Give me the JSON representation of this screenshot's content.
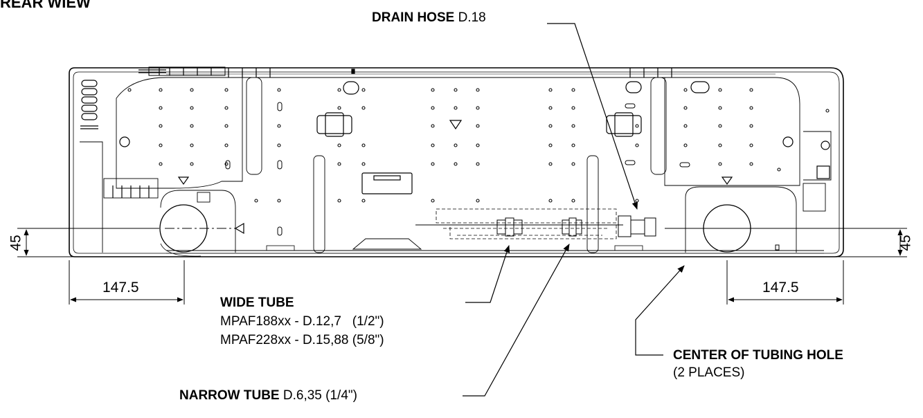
{
  "view_title": "REAR WIEW",
  "drain_hose": {
    "name": "DRAIN HOSE",
    "spec": "D.18"
  },
  "wide_tube": {
    "name": "WIDE TUBE",
    "line1": "MPAF188xx - D.12,7   (1/2\")",
    "line2": "MPAF228xx - D.15,88 (5/8\")"
  },
  "narrow_tube": {
    "name": "NARROW TUBE",
    "spec": "D.6,35 (1/4\")"
  },
  "tubing_hole": {
    "name": "CENTER OF TUBING HOLE",
    "note": "(2 PLACES)"
  },
  "dimensions": {
    "left_width": "147.5",
    "right_width": "147.5",
    "left_height": "45",
    "right_height": "45"
  }
}
